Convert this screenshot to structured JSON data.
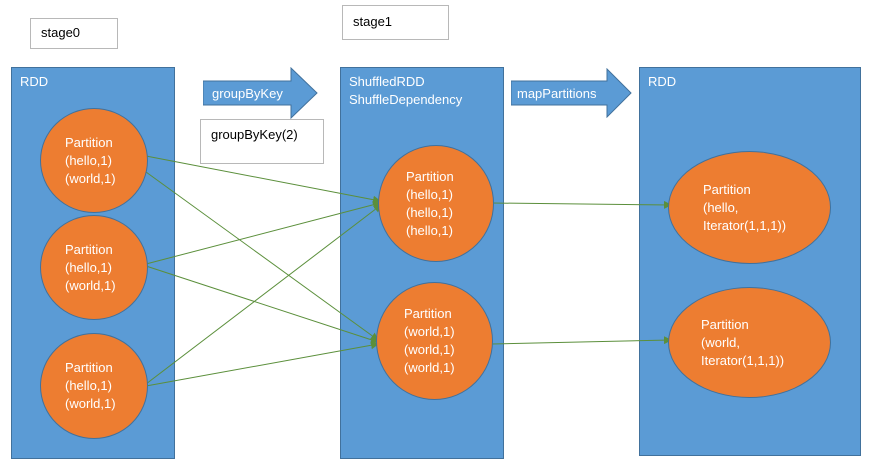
{
  "stages": {
    "stage0": "stage0",
    "stage1": "stage1"
  },
  "operations": {
    "groupByKey": "groupByKey",
    "groupByKeyNote": "groupByKey(2)",
    "mapPartitions": "mapPartitions"
  },
  "columns": {
    "left": {
      "title": "RDD",
      "partitions": [
        "Partition\n(hello,1)\n(world,1)",
        "Partition\n(hello,1)\n(world,1)",
        "Partition\n(hello,1)\n(world,1)"
      ]
    },
    "middle": {
      "title": "ShuffledRDD\nShuffleDependency",
      "partitions": [
        "Partition\n(hello,1)\n(hello,1)\n(hello,1)",
        "Partition\n(world,1)\n(world,1)\n(world,1)"
      ]
    },
    "right": {
      "title": "RDD",
      "partitions": [
        "Partition\n(hello,\nIterator(1,1,1))",
        "Partition\n(world,\nIterator(1,1,1))"
      ]
    }
  },
  "colors": {
    "column_fill": "#5b9bd5",
    "partition_fill": "#ed7d31",
    "link_line": "#5b8f3b"
  }
}
